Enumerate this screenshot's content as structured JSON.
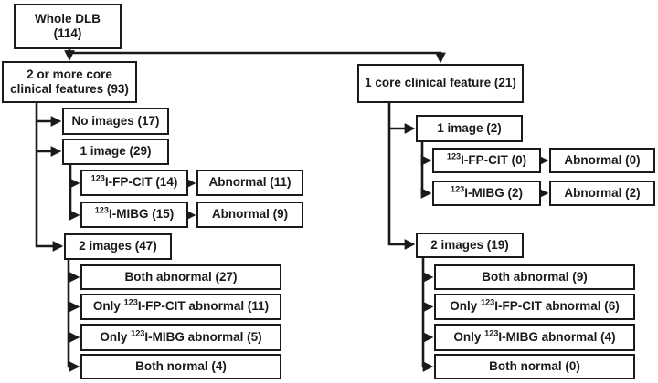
{
  "colors": {
    "border": "#1a1a1a",
    "text": "#1a1a1a",
    "line": "#1a1a1a",
    "background": "#ffffff"
  },
  "boxes": {
    "whole_dlb": {
      "line1": "Whole DLB",
      "line2": "(114)"
    },
    "core_2plus": {
      "line1": "2 or more core",
      "line2": "clinical features (93)"
    },
    "no_images": {
      "label": "No images (17)"
    },
    "one_image_left": {
      "label": "1 image (29)"
    },
    "fpcit_left": {
      "sup": "123",
      "post": "I-FP-CIT (14)"
    },
    "abnormal_fpcit_left": {
      "label": "Abnormal (11)"
    },
    "mibg_left": {
      "sup": "123",
      "post": "I-MIBG (15)"
    },
    "abnormal_mibg_left": {
      "label": "Abnormal (9)"
    },
    "two_images_left": {
      "label": "2 images (47)"
    },
    "both_abnormal_left": {
      "label": "Both abnormal (27)"
    },
    "only_fpcit_left": {
      "pre": "Only ",
      "sup": "123",
      "post": "I-FP-CIT abnormal (11)"
    },
    "only_mibg_left": {
      "pre": "Only ",
      "sup": "123",
      "post": "I-MIBG abnormal (5)"
    },
    "both_normal_left": {
      "label": "Both normal (4)"
    },
    "core_1": {
      "label": "1 core clinical feature (21)"
    },
    "one_image_right": {
      "label": "1 image (2)"
    },
    "fpcit_right": {
      "sup": "123",
      "post": "I-FP-CIT (0)"
    },
    "abnormal_fpcit_right": {
      "label": "Abnormal (0)"
    },
    "mibg_right": {
      "sup": "123",
      "post": "I-MIBG (2)"
    },
    "abnormal_mibg_right": {
      "label": "Abnormal (2)"
    },
    "two_images_right": {
      "label": "2 images (19)"
    },
    "both_abnormal_right": {
      "label": "Both abnormal (9)"
    },
    "only_fpcit_right": {
      "pre": "Only ",
      "sup": "123",
      "post": "I-FP-CIT abnormal (6)"
    },
    "only_mibg_right": {
      "pre": "Only ",
      "sup": "123",
      "post": "I-MIBG abnormal (4)"
    },
    "both_normal_right": {
      "label": "Both normal (0)"
    }
  }
}
